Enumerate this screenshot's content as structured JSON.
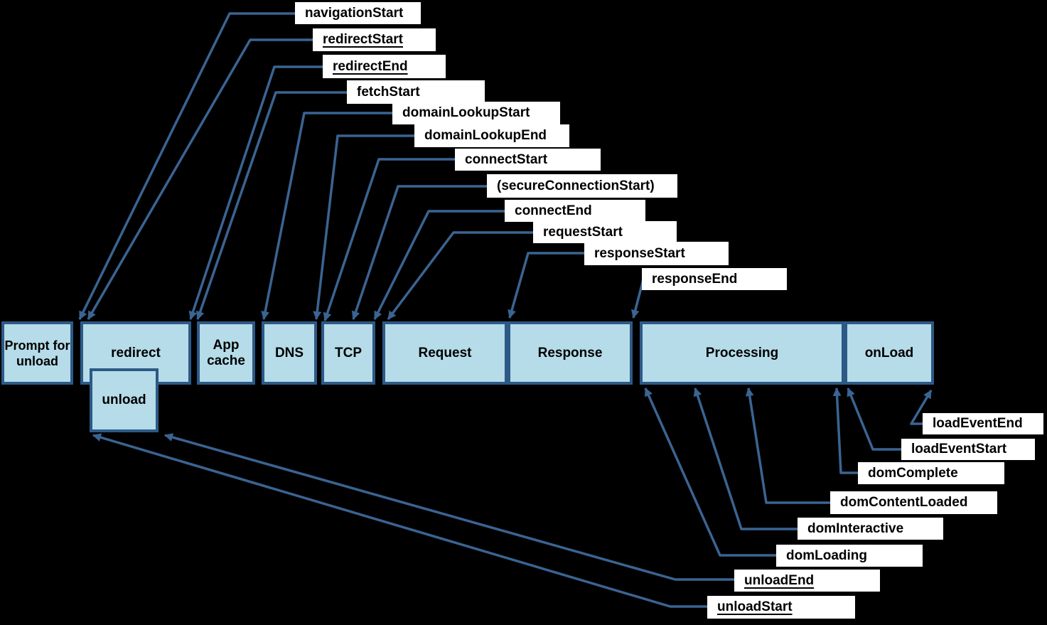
{
  "colors": {
    "background": "#000000",
    "box_fill": "#b5dce8",
    "box_border": "#2d5986",
    "box_text": "#000000",
    "arrow": "#3a6492",
    "label_bg": "#ffffff",
    "label_text": "#000000"
  },
  "timeline": {
    "boxes": [
      {
        "label": "Prompt for unload"
      },
      {
        "label": "redirect"
      },
      {
        "label": "unload"
      },
      {
        "label": "App cache"
      },
      {
        "label": "DNS"
      },
      {
        "label": "TCP"
      },
      {
        "label": "Request"
      },
      {
        "label": "Response"
      },
      {
        "label": "Processing"
      },
      {
        "label": "onLoad"
      }
    ]
  },
  "events": [
    {
      "label": "navigationStart",
      "underline": false
    },
    {
      "label": "redirectStart",
      "underline": true
    },
    {
      "label": "redirectEnd",
      "underline": true
    },
    {
      "label": "fetchStart",
      "underline": false
    },
    {
      "label": "domainLookupStart",
      "underline": false
    },
    {
      "label": "domainLookupEnd",
      "underline": false
    },
    {
      "label": "connectStart",
      "underline": false
    },
    {
      "label": "(secureConnectionStart)",
      "underline": false
    },
    {
      "label": "connectEnd",
      "underline": false
    },
    {
      "label": "requestStart",
      "underline": false
    },
    {
      "label": "responseStart",
      "underline": false
    },
    {
      "label": "responseEnd",
      "underline": false
    },
    {
      "label": "loadEventEnd",
      "underline": false
    },
    {
      "label": "loadEventStart",
      "underline": false
    },
    {
      "label": "domComplete",
      "underline": false
    },
    {
      "label": "domContentLoaded",
      "underline": false
    },
    {
      "label": "domInteractive",
      "underline": false
    },
    {
      "label": "domLoading",
      "underline": false
    },
    {
      "label": "unloadEnd",
      "underline": true
    },
    {
      "label": "unloadStart",
      "underline": true
    }
  ]
}
